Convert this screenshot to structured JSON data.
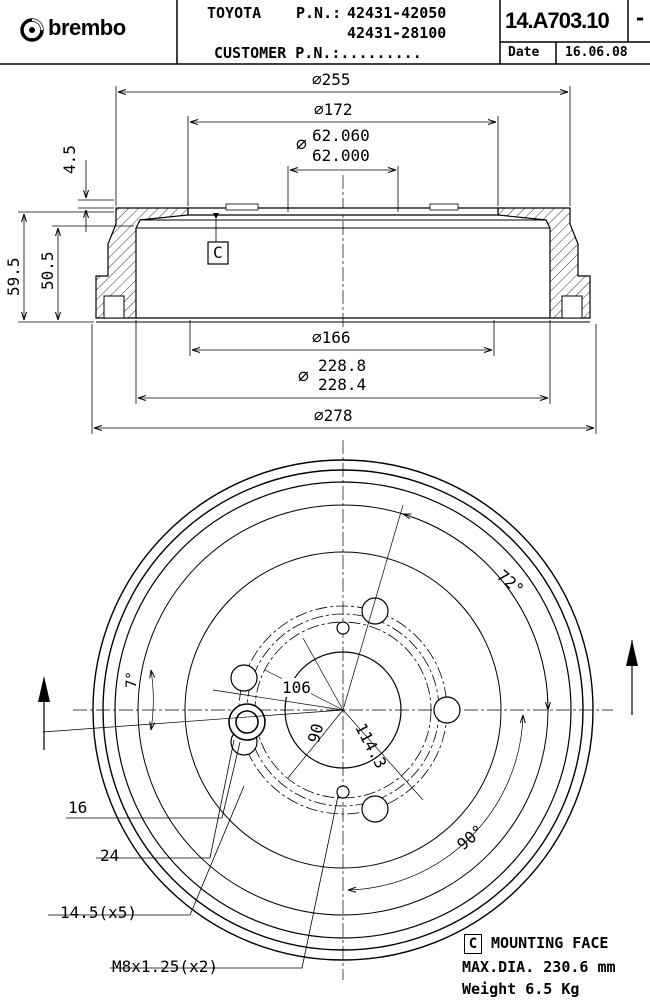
{
  "header": {
    "brand": "brembo",
    "make": "TOYOTA",
    "pn_label": "P.N.:",
    "pn_1": "42431-42050",
    "pn_2": "42431-28100",
    "customer_label": "CUSTOMER P.N.:.........",
    "drawing_number": "14.A703.10",
    "revision": "-",
    "date_label": "Date",
    "date_value": "16.06.08"
  },
  "section_view": {
    "dim_255": "⌀255",
    "dim_172": "⌀172",
    "dim_62_060": "62.060",
    "dim_62_000": "62.000",
    "dim_4_5": "4.5",
    "dim_59_5": "59.5",
    "dim_50_5": "50.5",
    "datum_c": "C",
    "dim_166": "⌀166",
    "dim_228_8": "228.8",
    "dim_228_4": "228.4",
    "dim_278": "⌀278"
  },
  "face_view": {
    "angle_72": "72°",
    "angle_90": "90°",
    "angle_7": "7°",
    "dim_106": "106",
    "dim_90": "90",
    "dim_114_3": "114.3",
    "callout_16": "16",
    "callout_24": "24",
    "callout_14_5": "14.5(x5)",
    "callout_m8": "M8x1.25(x2)"
  },
  "legend": {
    "datum_symbol": "C",
    "mounting_face": "MOUNTING FACE",
    "max_dia": "MAX.DIA. 230.6 mm",
    "weight": "Weight 6.5 Kg"
  }
}
